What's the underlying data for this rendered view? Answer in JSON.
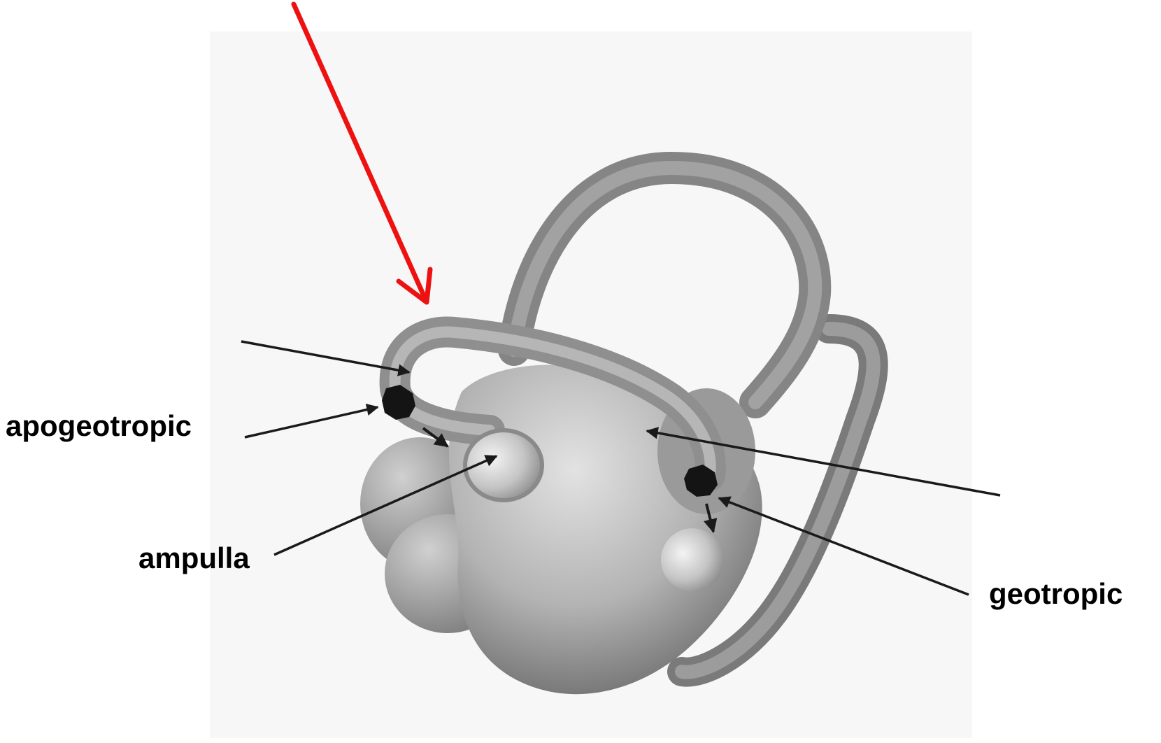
{
  "labels": {
    "apogeotropic": "apogeotropic",
    "ampulla": "ampulla",
    "geotropic": "geotropic"
  },
  "colors": {
    "background": "#ffffff",
    "image_backdrop": "#f7f7f7",
    "highlight_arrow": "#ee1111",
    "pointer_arrows": "#1a1a1a",
    "canal_tissue": "#8c8c8c",
    "otoconia": "#141414"
  },
  "icons": {
    "highlight_arrow": "red-arrow-icon",
    "otoconia": "otolith-debris-icon"
  }
}
